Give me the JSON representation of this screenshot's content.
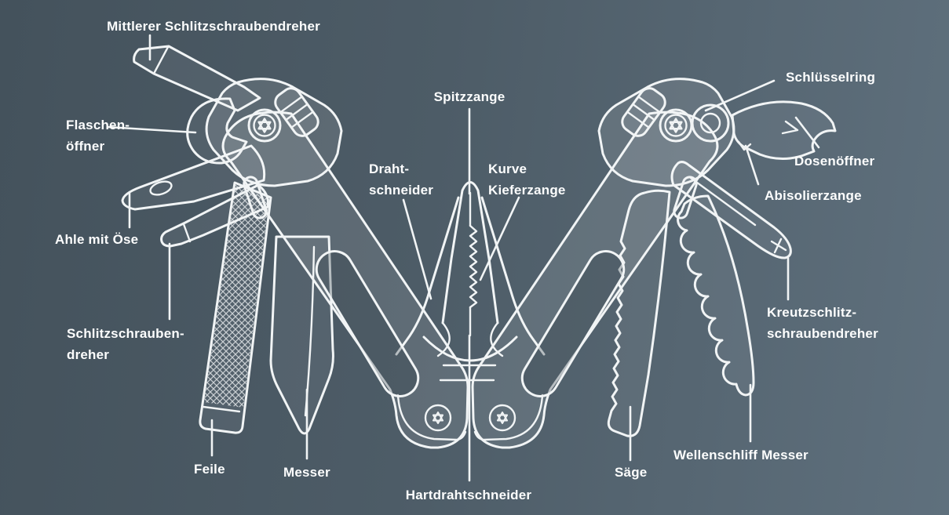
{
  "diagram": {
    "colors": {
      "background_left": "#44525c",
      "background_mid": "#4d5c67",
      "background_right": "#5f707d",
      "line": "#f1f4f5",
      "label_text": "#fcfdfd"
    },
    "labels": [
      {
        "id": "mittlerer-schlitzschraubendreher",
        "text": "Mittlerer Schlitzschraubendreher"
      },
      {
        "id": "flaschenoeffner",
        "text": "Flaschen-\nöffner"
      },
      {
        "id": "ahle-mit-oese",
        "text": "Ahle mit Öse"
      },
      {
        "id": "schlitzschraubendreher",
        "text": "Schlitzschrauben-\ndreher"
      },
      {
        "id": "feile",
        "text": "Feile"
      },
      {
        "id": "messer",
        "text": "Messer"
      },
      {
        "id": "spitzzange",
        "text": "Spitzzange"
      },
      {
        "id": "drahtschneider",
        "text": "Draht-\nschneider"
      },
      {
        "id": "kurve-kieferzange",
        "text": "Kurve\nKieferzange"
      },
      {
        "id": "hartdrahtschneider",
        "text": "Hartdrahtschneider"
      },
      {
        "id": "schluesselring",
        "text": "Schlüsselring"
      },
      {
        "id": "dosenoeffner",
        "text": "Dosenöffner"
      },
      {
        "id": "abisolierzange",
        "text": "Abisolierzange"
      },
      {
        "id": "kreutzschlitz-schraubendreher",
        "text": "Kreutzschlitz-\nschraubendreher"
      },
      {
        "id": "wellenschliff-messer",
        "text": "Wellenschliff Messer"
      },
      {
        "id": "saege",
        "text": "Säge"
      }
    ]
  }
}
